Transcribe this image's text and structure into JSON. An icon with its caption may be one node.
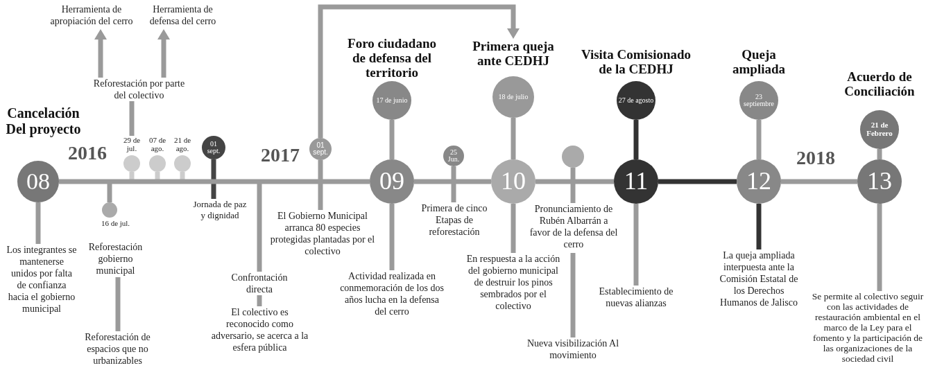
{
  "diagram": {
    "nodes": [
      {
        "text": [
          "08"
        ],
        "beside": [
          "Cancelación Del proyecto"
        ]
      },
      {
        "text": [
          "Los integrantes se mantenerse unidos por falta de confianza hacia el gobierno municipal"
        ]
      },
      {
        "text": [
          "16 de jul.",
          "Reforestación gobierno municipal"
        ]
      },
      {
        "text": [
          "Reforestación de espacios que no urbanizables"
        ]
      },
      {
        "text": [
          "29 de jul."
        ]
      },
      {
        "text": [
          "Reforestación por parte del colectivo"
        ]
      },
      {
        "text": [
          "Herramienta de apropiación del cerro"
        ]
      },
      {
        "text": [
          "Herramienta de defensa del cerro"
        ]
      },
      {
        "text": [
          "07 de ago."
        ]
      },
      {
        "text": [
          "21 de ago."
        ]
      },
      {
        "text": [
          "01 sept."
        ]
      },
      {
        "text": [
          "Jornada de paz y dignidad"
        ]
      },
      {
        "text": [
          "Confrontación directa"
        ]
      },
      {
        "text": [
          "El colectivo es reconocido como adversario, se acerca a la esfera pública"
        ]
      },
      {
        "text": [
          "01 sept."
        ]
      },
      {
        "text": [
          "El Gobierno Municipal arranca 80 especies protegidas plantadas por el colectivo"
        ]
      },
      {
        "text": [
          "09"
        ]
      },
      {
        "text": [
          "17 de junio"
        ],
        "beside": [
          "Foro ciudadano de defensa del territorio"
        ]
      },
      {
        "text": [
          "Actividad realizada en conmemoración de los dos años lucha en la defensa del cerro"
        ]
      },
      {
        "text": [
          "25 Jun."
        ]
      },
      {
        "text": [
          "Primera de cinco Etapas de reforestación"
        ]
      },
      {
        "text": [
          "18 de julio"
        ],
        "beside": [
          "Primera queja ante CEDHJ"
        ]
      },
      {
        "text": [
          "10"
        ]
      },
      {
        "text": [
          "En respuesta a la acción del gobierno municipal de destruir los pinos sembrados por el colectivo"
        ]
      },
      {
        "text": [],
        "shape": "circle"
      },
      {
        "text": [
          "Pronunciamiento de Rubén Albarrán a favor de la defensa del cerro"
        ]
      },
      {
        "text": [
          "Nueva visibilización Al movimiento"
        ]
      },
      {
        "text": [
          "27 de agosto"
        ],
        "beside": [
          "Visita Comisionado de la CEDHJ"
        ]
      },
      {
        "text": [
          "11"
        ]
      },
      {
        "text": [
          "Establecimiento de nuevas alianzas"
        ]
      },
      {
        "text": [
          "23 septiembre"
        ],
        "beside": [
          "Queja ampliada"
        ]
      },
      {
        "text": [
          "12"
        ]
      },
      {
        "text": [
          "La queja ampliada interpuesta ante la Comisión Estatal de los Derechos Humanos de Jalisco"
        ]
      },
      {
        "text": [
          "21 de Febrero"
        ],
        "beside": [
          "Acuerdo de Conciliación"
        ]
      },
      {
        "text": [
          "13"
        ]
      },
      {
        "text": [
          "Se permite al colectivo seguir con las actividades de restauración ambiental en el marco de la Ley para el fomento y la participación de las organizaciones de la sociedad civil"
        ]
      }
    ],
    "edges": [
      {
        "from": 0,
        "to": 1,
        "arrow": "none"
      },
      {
        "from": null,
        "to": 2,
        "arrow": "none"
      },
      {
        "from": 2,
        "to": 3,
        "arrow": "none"
      },
      {
        "from": null,
        "to": 4,
        "arrow": "none",
        "color": "#cccccc"
      },
      {
        "from": 4,
        "to": 5,
        "arrow": "none"
      },
      {
        "from": 5,
        "to": 6,
        "arrow": "to"
      },
      {
        "from": 5,
        "to": 7,
        "arrow": "to"
      },
      {
        "from": null,
        "to": 8,
        "arrow": "none",
        "color": "#cccccc"
      },
      {
        "from": null,
        "to": 9,
        "arrow": "none",
        "color": "#cccccc"
      },
      {
        "from": 10,
        "to": 11,
        "arrow": "none",
        "color": "#444444"
      },
      {
        "from": null,
        "to": 12,
        "arrow": "none"
      },
      {
        "from": 12,
        "to": 13,
        "arrow": "none"
      },
      {
        "from": 14,
        "to": 15,
        "arrow": "none"
      },
      {
        "from": 14,
        "to": 21,
        "arrow": "to"
      },
      {
        "from": 0,
        "to": 16,
        "arrow": "none"
      },
      {
        "from": 17,
        "to": 16,
        "arrow": "none"
      },
      {
        "from": 16,
        "to": 18,
        "arrow": "none"
      },
      {
        "from": 19,
        "to": 20,
        "arrow": "none"
      },
      {
        "from": 16,
        "to": 22,
        "arrow": "none"
      },
      {
        "from": 21,
        "to": 22,
        "arrow": "none"
      },
      {
        "from": 22,
        "to": 23,
        "arrow": "none"
      },
      {
        "from": 24,
        "to": 25,
        "arrow": "none"
      },
      {
        "from": 25,
        "to": 26,
        "arrow": "none"
      },
      {
        "from": 22,
        "to": 28,
        "arrow": "none"
      },
      {
        "from": 27,
        "to": 28,
        "arrow": "none",
        "color": "#333333"
      },
      {
        "from": 28,
        "to": 29,
        "arrow": "none"
      },
      {
        "from": 28,
        "to": 31,
        "arrow": "none",
        "color": "#333333"
      },
      {
        "from": 30,
        "to": 31,
        "arrow": "none"
      },
      {
        "from": 31,
        "to": 32,
        "arrow": "none",
        "color": "#333333"
      },
      {
        "from": 31,
        "to": 34,
        "arrow": "none"
      },
      {
        "from": 33,
        "to": 34,
        "arrow": "none"
      },
      {
        "from": 34,
        "to": 35,
        "arrow": "none"
      }
    ],
    "labels": [
      "2016",
      "2017",
      "2018"
    ]
  }
}
